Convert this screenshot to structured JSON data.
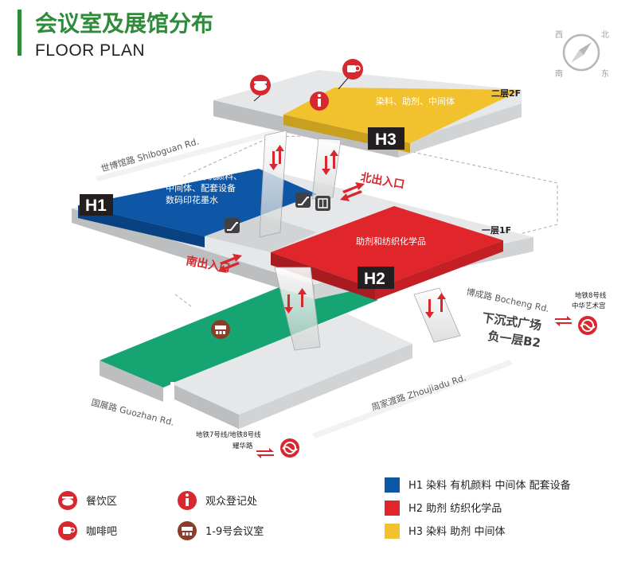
{
  "header": {
    "title": "会议室及展馆分布",
    "subtitle": "FLOOR PLAN",
    "accent": "#2e8b3a"
  },
  "compass": {
    "west": "西",
    "north": "北",
    "south": "南",
    "east": "东"
  },
  "floors": {
    "second": "二层2F",
    "first": "一层1F",
    "basement_line1": "下沉式广场",
    "basement_line2": "负一层B2"
  },
  "halls": {
    "h1": {
      "name": "H1",
      "color": "#0d57a6",
      "lines": [
        "染料、有机颜料、",
        "中间体、配套设备",
        "数码印花墨水"
      ]
    },
    "h2": {
      "name": "H2",
      "color": "#e0252b",
      "lines": [
        "助剂和纺织化学品"
      ]
    },
    "h3": {
      "name": "H3",
      "color": "#f2c12e",
      "lines": [
        "染料、助剂、中间体"
      ]
    }
  },
  "plaza_color": "#16a572",
  "exits": {
    "north": "北出入口",
    "south": "南出入口"
  },
  "roads": {
    "shiboguan": "世博馆路 Shiboguan Rd.",
    "bocheng": "博成路 Bocheng Rd.",
    "guozhan": "国展路 Guozhan Rd.",
    "zhoujiadu": "周家渡路 Zhoujiadu Rd."
  },
  "metro": {
    "east": {
      "line1": "地铁8号线",
      "line2": "中华艺术宫"
    },
    "south": {
      "line1": "地铁7号线/地铁8号线",
      "line2": "耀华路"
    }
  },
  "legend": {
    "dining": {
      "icon": "dining-icon",
      "label": "餐饮区"
    },
    "cafe": {
      "icon": "coffee-cup-icon",
      "label": "咖啡吧"
    },
    "info": {
      "icon": "info-icon",
      "label": "观众登记处"
    },
    "meeting": {
      "icon": "meeting-room-icon",
      "label": "1-9号会议室"
    },
    "h1": {
      "label": "H1 染料 有机颜料  中间体 配套设备"
    },
    "h2": {
      "label": "H2 助剂 纺织化学品"
    },
    "h3": {
      "label": "H3 染料 助剂 中间体"
    }
  },
  "colors": {
    "red": "#d7282f",
    "brown": "#8b3d27",
    "grey_top": "#e6e7e8",
    "grey_side": "#bcbec0"
  }
}
